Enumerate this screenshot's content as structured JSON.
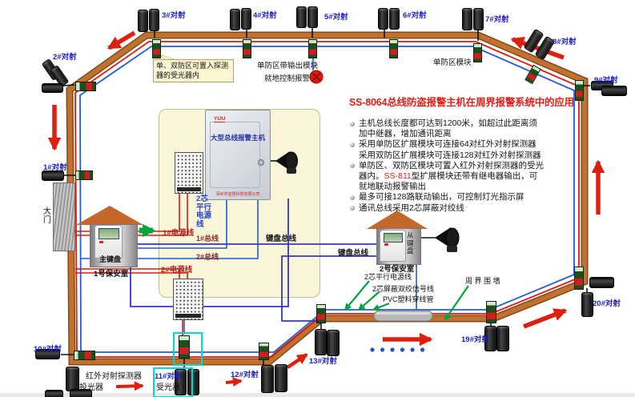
{
  "colors": {
    "wall": "#c1712f",
    "wall_edge": "#7d4513",
    "red_wire": "#e0180d",
    "blue_wire": "#1f5fd0",
    "kb_wire": "#3a35c0",
    "green": "#00a53c",
    "cyan": "#00d8d8",
    "accent_red": "#e32017",
    "label_blue": "#1d1dc8"
  },
  "title": "SS-8064总线防盗报警主机在周界报警系统中的应用",
  "bullets": {
    "b1_1": "主机总线长度都可达到1200米，如超过此距离须",
    "b1_2": "加中继器，增加通讯距离",
    "b2_1": "采用单防区扩展模块可连接64对红外对射探测器",
    "b2_2": "采用双防区扩展模块可连接128对红外对射探测器",
    "b3_1": "单防区、双防区模块可置入红外对射探测器的受光",
    "b3_2a": "器内。",
    "b3_2b": "SS-811",
    "b3_2c": "型扩展模块还带有继电器输出，可",
    "b3_3": "就地联动报警输出",
    "b4": "最多可接128路联动输出，可控制灯光指示屏",
    "b5": "通讯总线采用2芯屏蔽对绞线"
  },
  "labels": {
    "d1": "1#对射",
    "d2": "2#对射",
    "d3": "3#对射",
    "d4": "4#对射",
    "d5": "5#对射",
    "d6": "6#对射",
    "d7": "7#对射",
    "d8": "8#对射",
    "d9": "9#对射",
    "d10": "10#对射",
    "d11": "11#对射",
    "d12": "12#对射",
    "d13": "13#对射",
    "d19": "19#对射",
    "d20": "20#对射",
    "gate": "大门",
    "callout": "单、双防区可置入探测器的受光器内",
    "single_zone_output": "单防区带输出模块",
    "local_alarm": "就地控制报警",
    "single_zone_module": "单防区模块",
    "host_title": "大型总线报警主机",
    "host_brand": "YIJU",
    "host_company": "深圳市宜居科技有限公司",
    "core2_v": "2芯平行电源线",
    "power1": "1#电源线",
    "bus1": "1#总线",
    "bus2": "2#总线",
    "power2": "2#电源线",
    "kb_bus": "键盘总线",
    "master_kb": "主键盘",
    "guard1": "1号保安室",
    "slave_kb": "从键盘",
    "guard2": "2号保安室",
    "wire_parallel": "2芯平行电源线",
    "wire_shielded": "2芯屏蔽双绞信号线",
    "pvc": "PVC塑料穿线管",
    "wall_label": "周界围墙",
    "ir_detector": "红外对射探测器",
    "tx": "投光器",
    "rx": "受光器"
  }
}
